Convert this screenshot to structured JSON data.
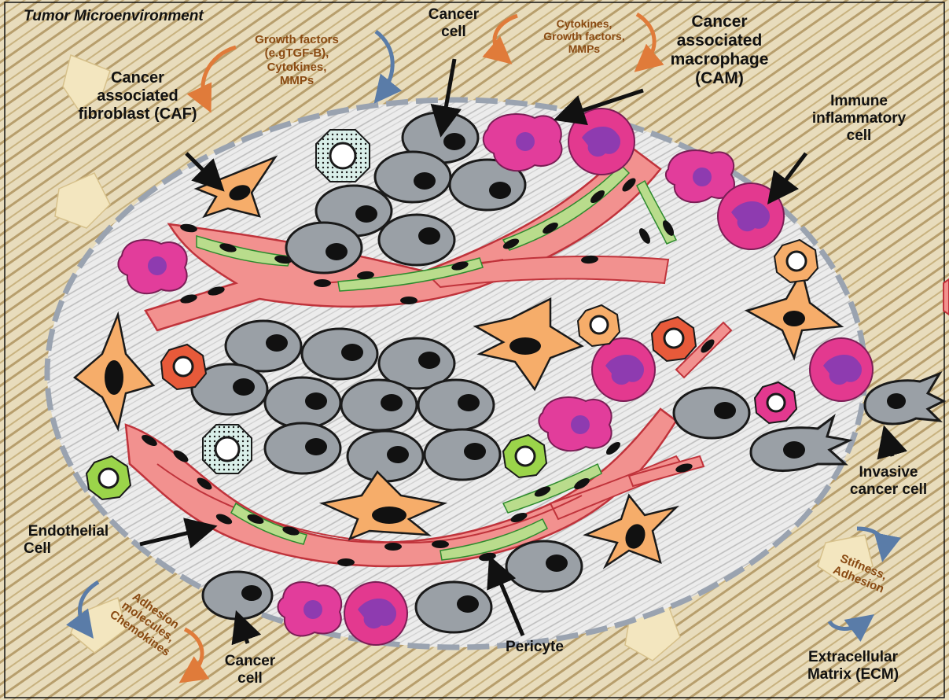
{
  "title": "Tumor Microenvironment",
  "labels": {
    "cancer_cell_top": [
      "Cancer",
      "cell"
    ],
    "cam": [
      "Cancer",
      "associated",
      "macrophage",
      "(CAM)"
    ],
    "caf": [
      "Cancer",
      "associated",
      "fibroblast (CAF)"
    ],
    "immune": [
      "Immune",
      "inflammatory",
      "cell"
    ],
    "invasive": [
      "Invasive",
      "cancer cell"
    ],
    "endothelial": [
      "Endothelial",
      "Cell"
    ],
    "pericyte": "Pericyte",
    "cancer_cell_bottom": [
      "Cancer",
      "cell"
    ],
    "ecm": [
      "Extracellular",
      "Matrix (ECM)"
    ]
  },
  "signals": {
    "caf": [
      "Growth factors",
      "(e.gTGF-B),",
      "Cytokines,",
      "MMPs"
    ],
    "cam": [
      "Cytokines,",
      "Growth factors,",
      "MMPs"
    ],
    "adhesion": [
      "Adhesion",
      "molecules,",
      "Chemokines"
    ],
    "ecm": [
      "Stifness,",
      "Adhesion"
    ]
  },
  "colors": {
    "ecm_background": "#e8dcbc",
    "ecm_fiber": "#b79e6c",
    "tumor_region": "#e6e6e6",
    "cancer_cell": "#9aa0a6",
    "fibroblast": "#f6ad6a",
    "macrophage": "#e23d9b",
    "immune_cell": "#e3398f",
    "vessel": "#f2918f",
    "pericyte": "#b9dc8c",
    "signal_text": "#8a4a12"
  }
}
